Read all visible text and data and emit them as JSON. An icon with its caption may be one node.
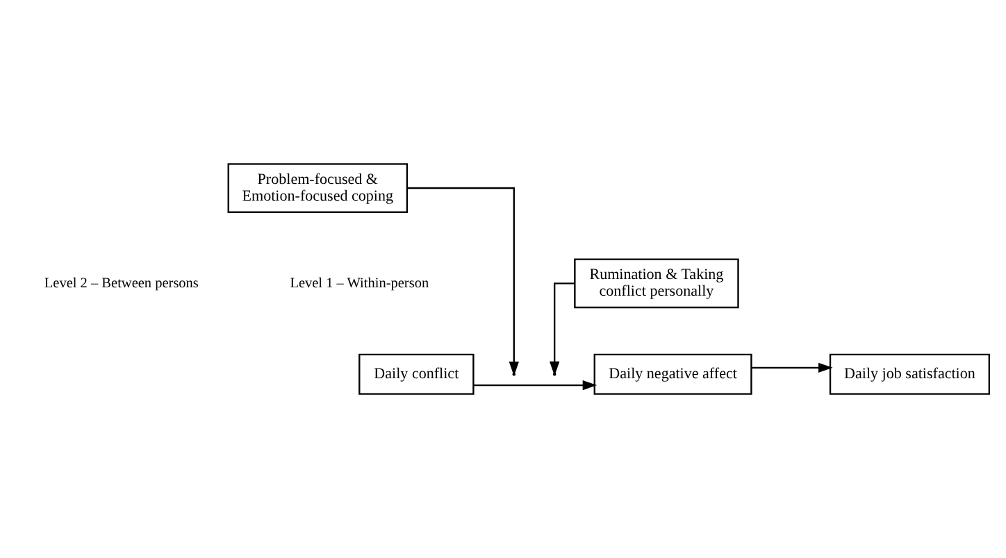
{
  "diagram": {
    "nodes": [
      {
        "text": [
          "Problem-focused & Emotion-focused coping"
        ]
      },
      {
        "text": [
          "Daily conflict"
        ]
      },
      {
        "text": [
          "Daily negative affect"
        ]
      },
      {
        "text": [
          "Daily job satisfaction"
        ]
      },
      {
        "text": [
          "Rumination & Taking conflict personally"
        ]
      }
    ],
    "edges": [
      {
        "from": 1,
        "to": 2,
        "arrow": "to"
      },
      {
        "from": 0,
        "to": null,
        "arrow": "to"
      },
      {
        "from": 4,
        "to": null,
        "arrow": "to"
      },
      {
        "from": 2,
        "to": 3,
        "arrow": "to"
      }
    ],
    "labels": [
      "Level 2 – Between persons",
      "Level 1 – Within-person"
    ]
  }
}
